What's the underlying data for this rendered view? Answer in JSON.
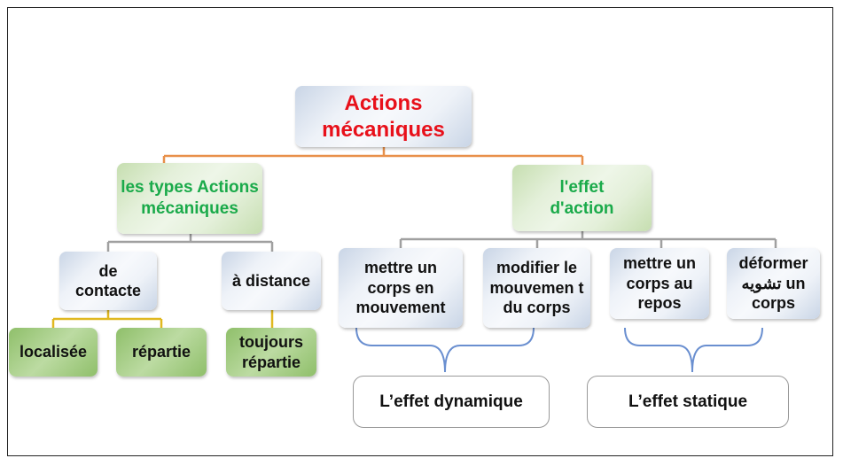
{
  "root": "Actions mécaniques",
  "types": {
    "label": "les types Actions mécaniques",
    "children": [
      {
        "label": "de contacte",
        "children": [
          "localisée",
          "répartie"
        ]
      },
      {
        "label": "à distance",
        "children": [
          "toujours répartie"
        ]
      }
    ]
  },
  "effect": {
    "label": "l'effet d'action",
    "children": [
      "mettre un corps en mouvement",
      "modifier le mouvemen t du corps",
      "mettre un corps au repos",
      "déformer تشويه un corps"
    ],
    "groups": [
      "L’effet dynamique",
      "L’effet statique"
    ]
  },
  "colors": {
    "root_text": "#e8101a",
    "green_text": "#1aaa4a",
    "orange_line": "#e8904a",
    "gray_line": "#a0a0a0",
    "yellow_line": "#e0b820",
    "blue_bracket": "#6a8fd0"
  }
}
